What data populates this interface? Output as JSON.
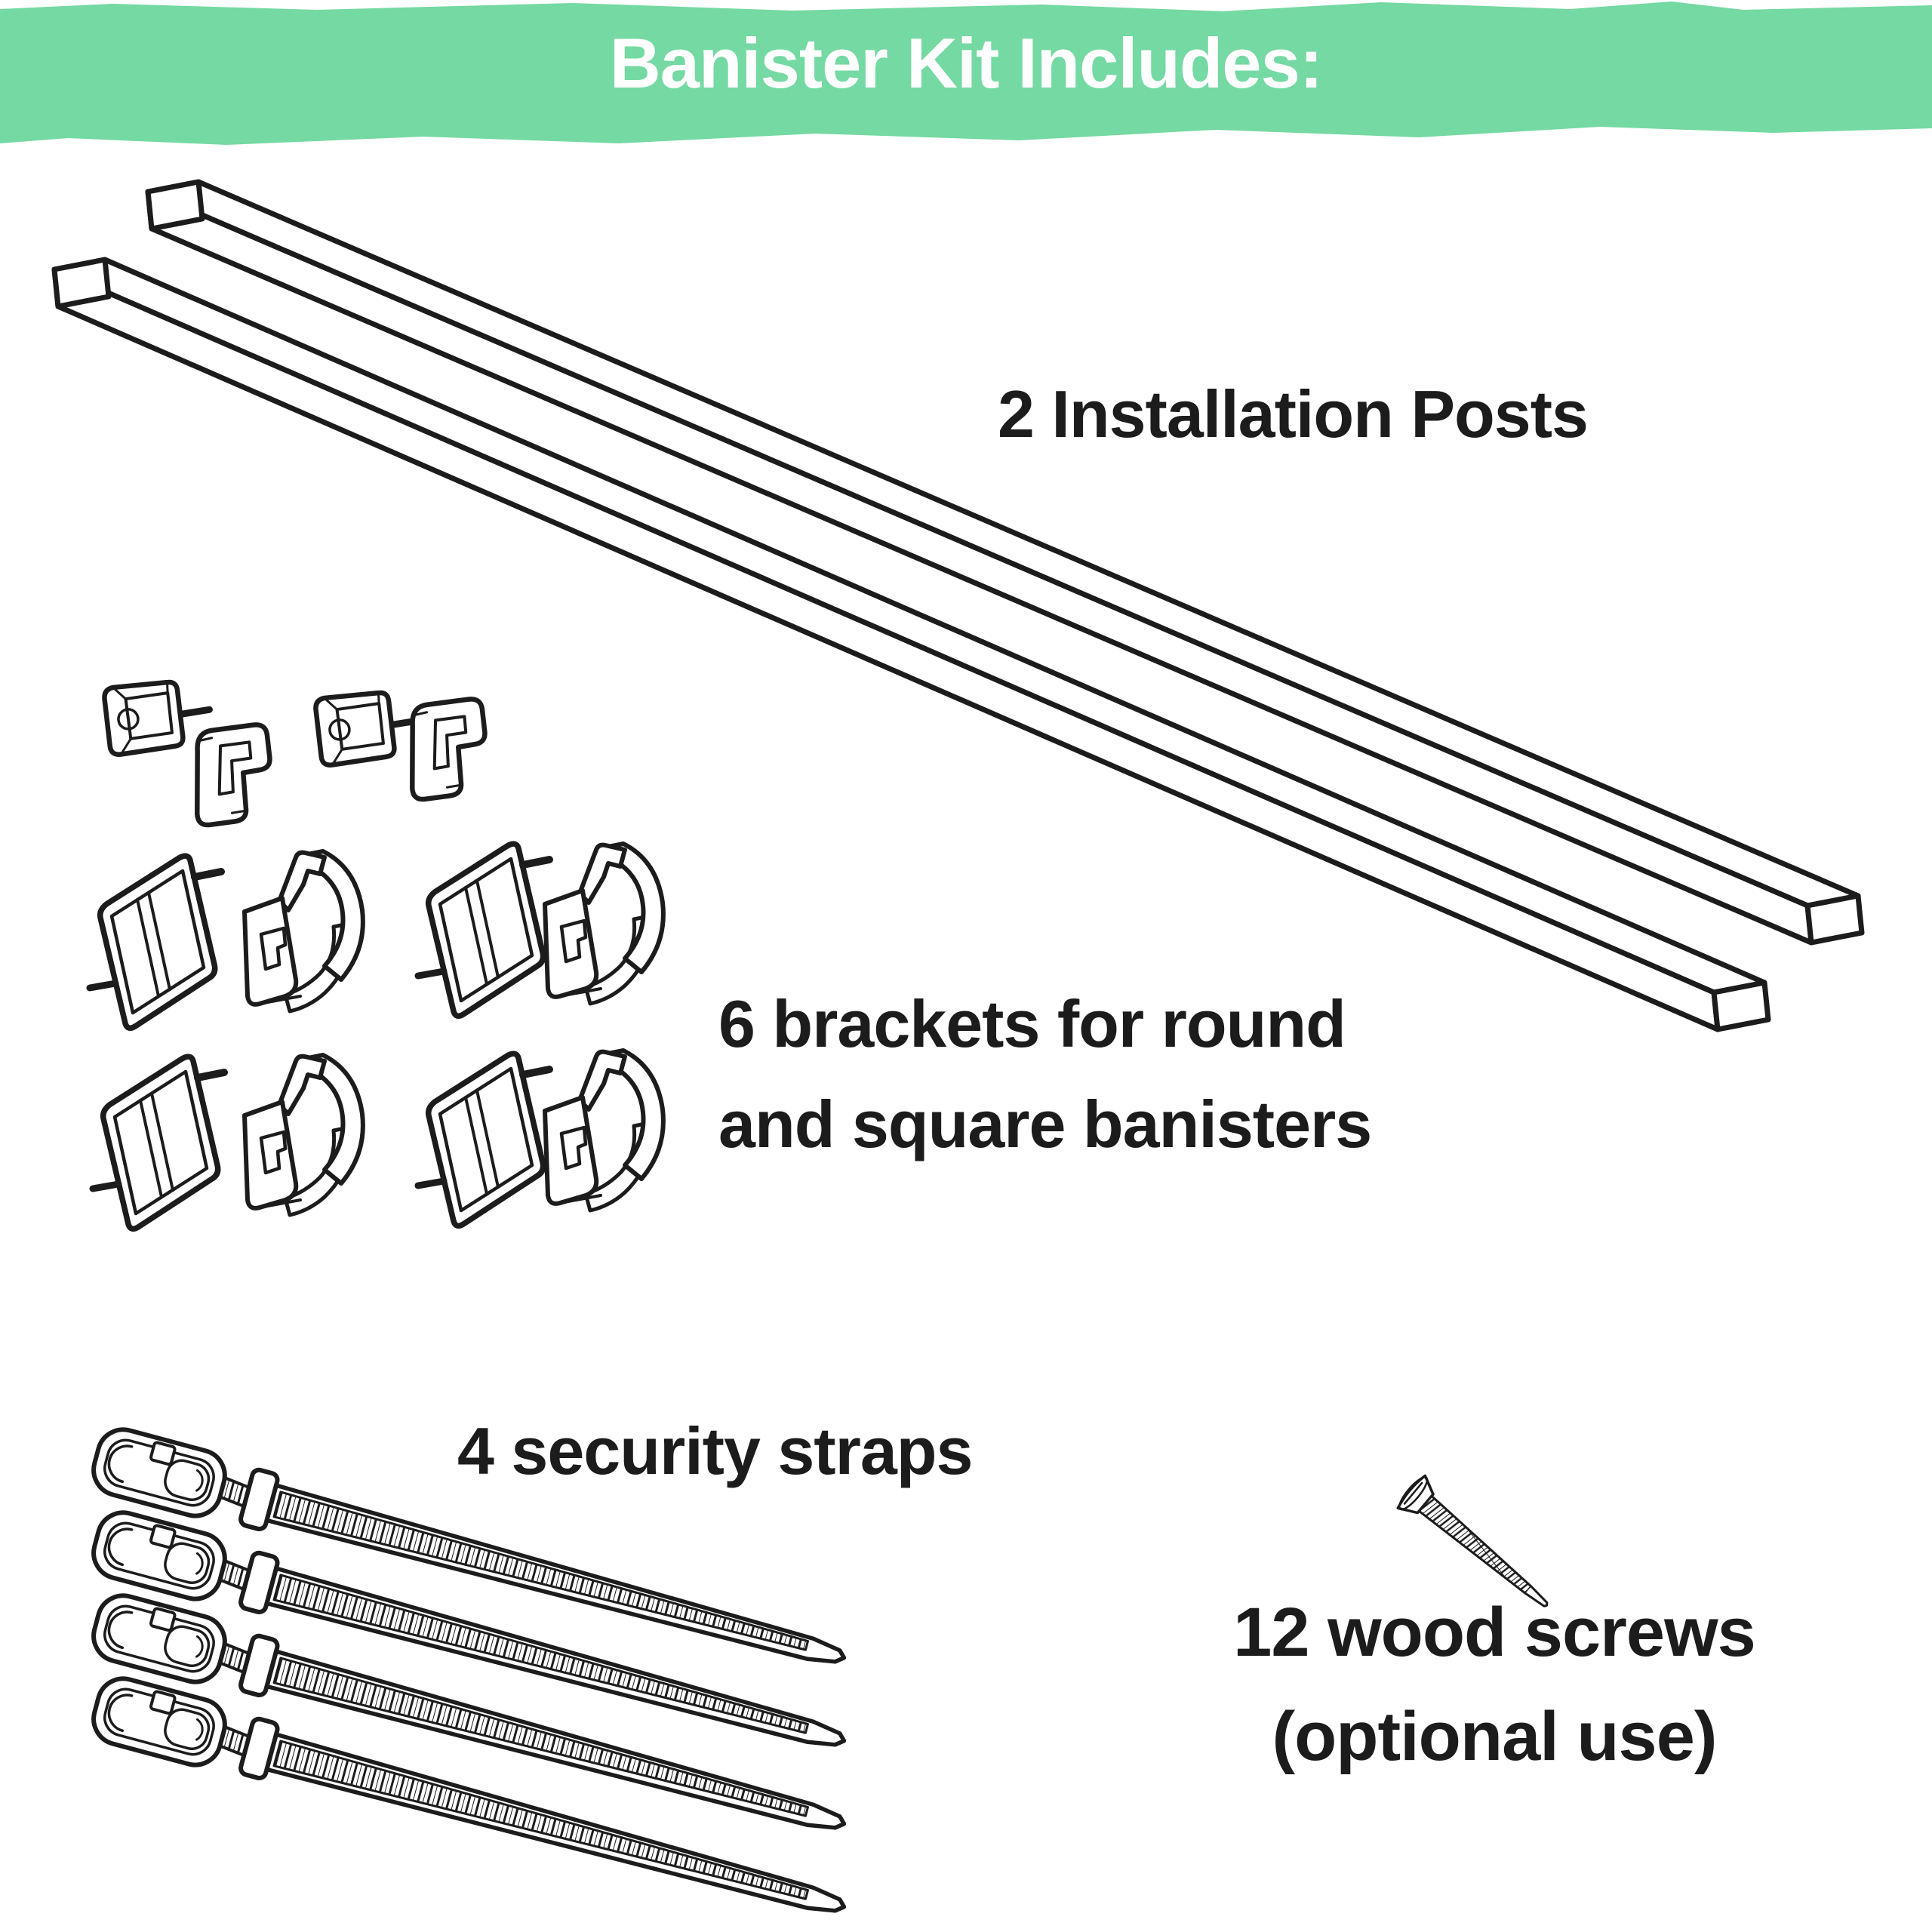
{
  "banner": {
    "title": "Banister Kit Includes:",
    "background_color": "#74d9a2",
    "text_color": "#ffffff"
  },
  "labels": {
    "posts": "2 Installation Posts",
    "brackets_line1": "6 brackets for round",
    "brackets_line2": "and square banisters",
    "straps": "4 security straps",
    "screws_line1": "12 wood screws",
    "screws_line2": "(optional use)"
  },
  "item_counts": {
    "installation_posts": 2,
    "brackets": 6,
    "security_straps": 4,
    "wood_screws": 12
  },
  "colors": {
    "line_art": "#1c1c1c",
    "background": "#ffffff"
  }
}
